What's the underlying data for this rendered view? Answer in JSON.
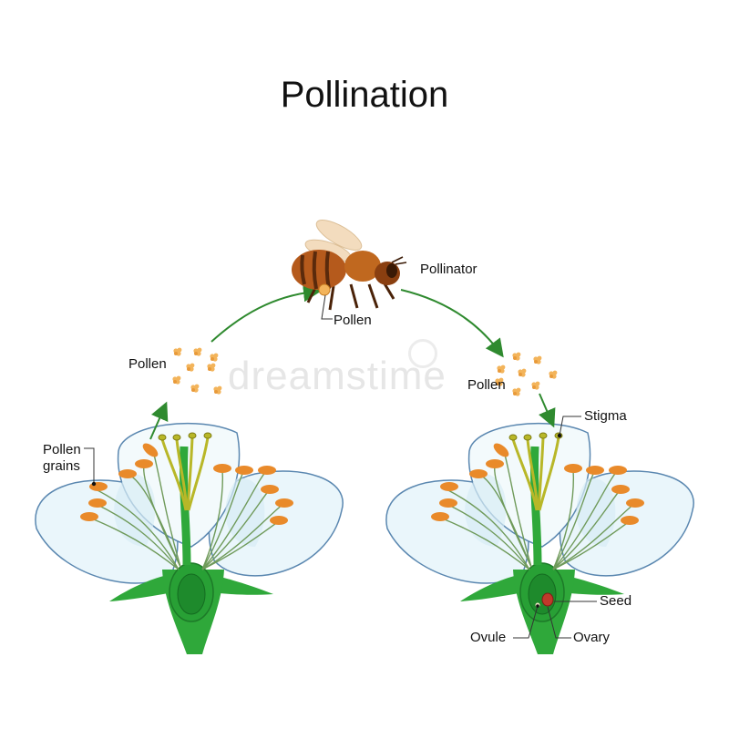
{
  "title": "Pollination",
  "watermark": "dreamstime",
  "labels": {
    "pollinator": "Pollinator",
    "pollen_on_bee": "Pollen",
    "pollen_left": "Pollen",
    "pollen_right": "Pollen",
    "pollen_grains_line1": "Pollen",
    "pollen_grains_line2": "grains",
    "stigma": "Stigma",
    "seed": "Seed",
    "ovule": "Ovule",
    "ovary": "Ovary"
  },
  "colors": {
    "petal_edge": "#5a87b0",
    "petal_fill": "#eaf6fb",
    "stem": "#2fa83a",
    "filament": "#6f9a5a",
    "style": "#b8b728",
    "anther": "#e98a2a",
    "pollen_grain": "#f3b45b",
    "arrow": "#2f8a2f",
    "bee_body": "#b55a1c",
    "bee_stripe": "#5a2a0c",
    "wing": "#f2d9b8"
  }
}
